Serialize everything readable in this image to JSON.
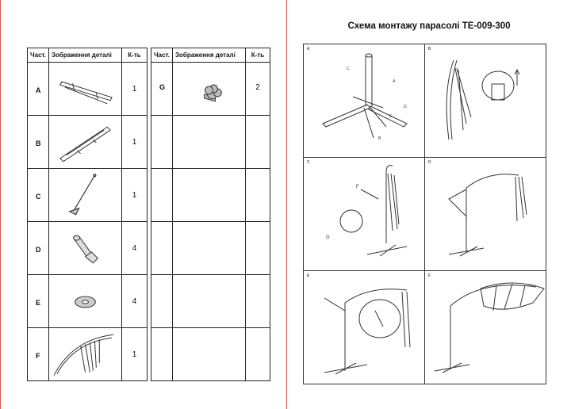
{
  "title": "Схема монтажу парасолі TE-009-300",
  "table": {
    "headers": [
      "Част.",
      "Зображення деталі",
      "К-ть"
    ],
    "left_rows": [
      {
        "part": "A",
        "qty": "1"
      },
      {
        "part": "B",
        "qty": "1"
      },
      {
        "part": "C",
        "qty": "1"
      },
      {
        "part": "D",
        "qty": "4"
      },
      {
        "part": "E",
        "qty": "4"
      },
      {
        "part": "F",
        "qty": "1"
      }
    ],
    "right_rows": [
      {
        "part": "G",
        "qty": "2"
      }
    ]
  },
  "panels": [
    "A",
    "B",
    "C",
    "D",
    "E",
    "F"
  ],
  "callouts": {
    "a": [
      "C",
      "A",
      "D",
      "E",
      "B"
    ],
    "c": [
      "F",
      "G"
    ]
  },
  "colors": {
    "border_line": "#d9534f"
  }
}
